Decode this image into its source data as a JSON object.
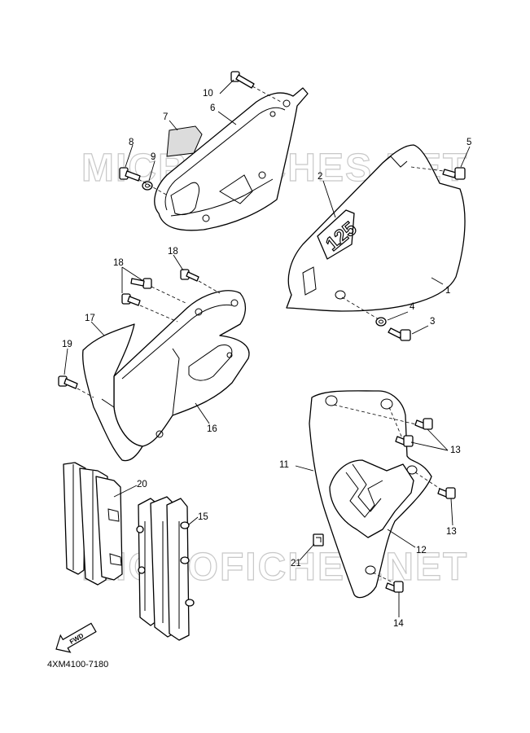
{
  "watermark": "MICROFICHES.NET",
  "diagram_code": "4XM4100-7180",
  "fwd_label": "FWD",
  "callouts": {
    "c1": "1",
    "c2": "2",
    "c3": "3",
    "c4": "4",
    "c5": "5",
    "c6": "6",
    "c7": "7",
    "c8": "8",
    "c9": "9",
    "c10": "10",
    "c11": "11",
    "c12": "12",
    "c13a": "13",
    "c13b": "13",
    "c14": "14",
    "c15": "15",
    "c16": "16",
    "c17": "17",
    "c18a": "18",
    "c18b": "18",
    "c19": "19",
    "c20": "20",
    "c21": "21"
  },
  "decal_text": "125"
}
